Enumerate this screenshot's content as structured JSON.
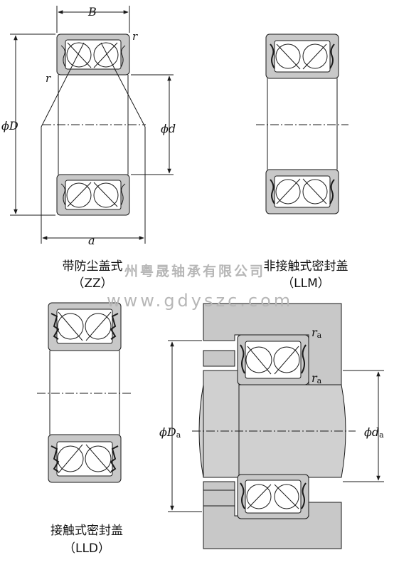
{
  "figure": {
    "labels": {
      "B": "B",
      "r": "r",
      "phiD": "ϕD",
      "phid": "ϕd",
      "a": "a",
      "r_a_main": "r",
      "r_a_sub": "a",
      "phiDa_main": "ϕD",
      "phiDa_sub": "a",
      "phida_main": "ϕd",
      "phida_sub": "a"
    },
    "captions": {
      "zz_name": "带防尘盖式",
      "zz_code": "（ZZ）",
      "llm_name": "非接触式密封盖",
      "llm_code": "（LLM）",
      "lld_name": "接触式密封盖",
      "lld_code": "（LLD）"
    },
    "watermark": {
      "company": "州粤晟轴承有限公司",
      "url": "www.gdyszc.com"
    },
    "colors": {
      "ring": "#c8c8c8",
      "shaft": "#d0d0d0",
      "line": "#1a1a1a"
    }
  }
}
